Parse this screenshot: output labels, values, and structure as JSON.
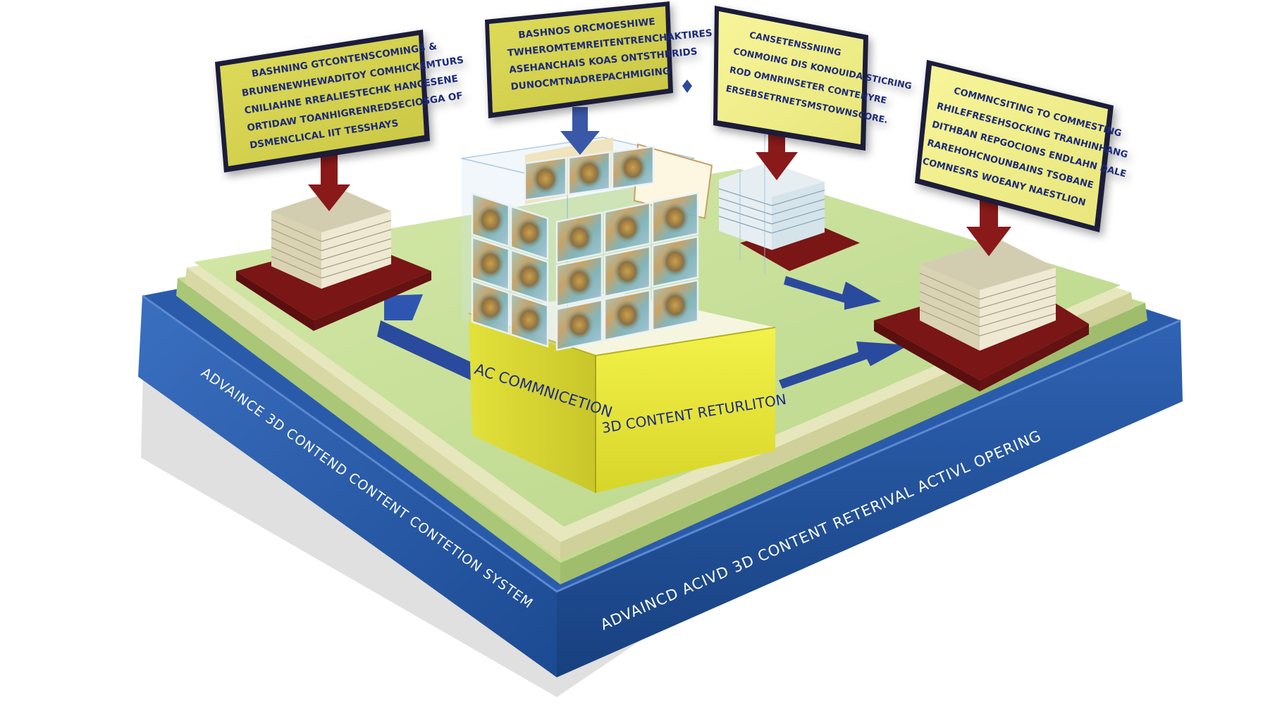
{
  "diagram": {
    "base_labels": {
      "left_side": "ADVAINCE 3D CONTEND CONTENT CONTETION SYSTEM",
      "front_side": "ADVAINCD ACIVD 3D CONTENT RETERIVAL ACTIVL OPERING"
    },
    "core_box": {
      "label_left": "AC COMMNICETION",
      "label_right": "3D CONTENT RETURLITON"
    },
    "signs": [
      {
        "id": "sign-1",
        "lines": [
          "BASHNING GTCONTENSCOMINGS &",
          "BRUNENEWHEWADITOY COMHICKEMTURS",
          "CNILIAHNE RREALIESTECHK HANCESENE",
          "ORTIDAW TOANHIGRENREDSECIOSGA OF",
          "DSMENCLICAL IIT TESSHAYS"
        ]
      },
      {
        "id": "sign-2",
        "lines": [
          "BASHNOS ORCMOESHIWE",
          "TWHEROMTEMREITENTRENCHAKTIRES",
          "ASEHANCHAIS KOAS ONTSTHRRIDS",
          "DUNOCMTNADREPACHMIGING"
        ]
      },
      {
        "id": "sign-3",
        "lines": [
          "CANSETENSSNIING",
          "CONMOING DIS KONOUIDA STICRING",
          "ROD OMNRINSETER CONTEHYRE",
          "ERSEBSETRNETSMSTOWNSCORE."
        ]
      },
      {
        "id": "sign-4",
        "lines": [
          "COMMNCSITING TO COMMESTING",
          "RHILEFRESEHSOCKING TRANHINHANG",
          "DITHBAN REPGOCIONS ENDLAHN DALE",
          "RAREHOHCNOUNBAINS TSOBANE",
          "COMNESRS WOEANY NAESTLION"
        ]
      }
    ],
    "colors": {
      "sign_fill": "#d8d64e",
      "sign_frame": "#1a1c3a",
      "sign_text": "#1f2a7a",
      "arrow_red": "#8a1a1a",
      "arrow_blue": "#2a4a9e",
      "platform_green": "#c7de97",
      "base_blue": "#2456a4",
      "core_yellow": "#e8e83a",
      "pad_red": "#7a1616",
      "stack_beige": "#e7e1c9"
    }
  }
}
